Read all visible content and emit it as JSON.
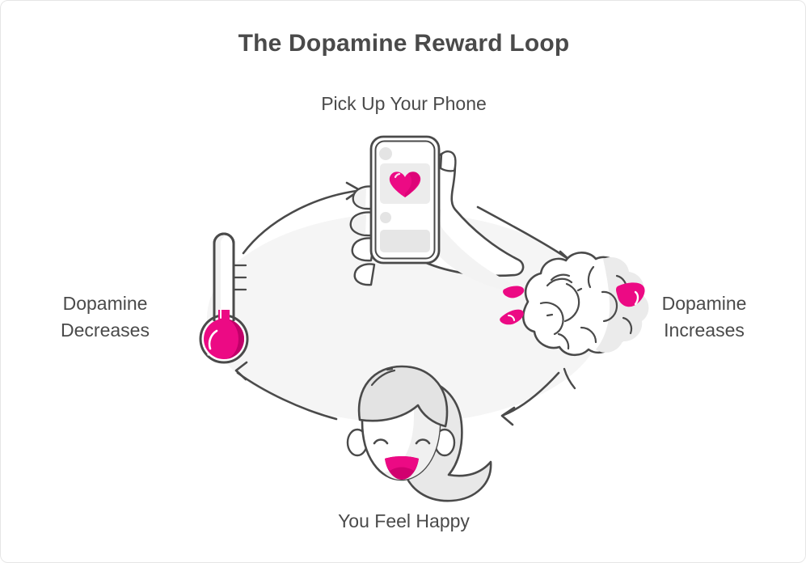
{
  "card": {
    "background": "#ffffff",
    "border_color": "#e6e6e6"
  },
  "header": {
    "title": "The Dopamine Reward Loop"
  },
  "colors": {
    "text": "#4a4a4a",
    "accent_pink": "#ec0a84",
    "accent_pink_dark": "#c00069",
    "accent_pink_light": "#f72b95",
    "outline": "#4a4a4a",
    "fill_light": "#f5f5f5",
    "fill_gray": "#e4e4e4",
    "ellipse": "#f5f5f5"
  },
  "diagram": {
    "type": "cycle",
    "center_ellipse_label": "",
    "nodes": [
      {
        "id": "phone",
        "label": "Pick Up Your Phone",
        "icon": "phone-in-hand-icon",
        "position": "top"
      },
      {
        "id": "brain",
        "label": "Dopamine\nIncreases",
        "icon": "brain-icon",
        "position": "right"
      },
      {
        "id": "face",
        "label": "You Feel Happy",
        "icon": "happy-face-icon",
        "position": "bottom"
      },
      {
        "id": "thermometer",
        "label": "Dopamine\nDecreases",
        "icon": "thermometer-icon",
        "position": "left"
      }
    ],
    "arrows": [
      {
        "id": "arrow-thermometer-to-phone",
        "from": "thermometer",
        "to": "phone",
        "direction": "up-right"
      },
      {
        "id": "arrow-phone-to-brain",
        "from": "phone",
        "to": "brain",
        "direction": "down-right"
      },
      {
        "id": "arrow-brain-to-face",
        "from": "brain",
        "to": "face",
        "direction": "down-left"
      },
      {
        "id": "arrow-face-to-thermometer",
        "from": "face",
        "to": "thermometer",
        "direction": "up-left"
      }
    ]
  }
}
